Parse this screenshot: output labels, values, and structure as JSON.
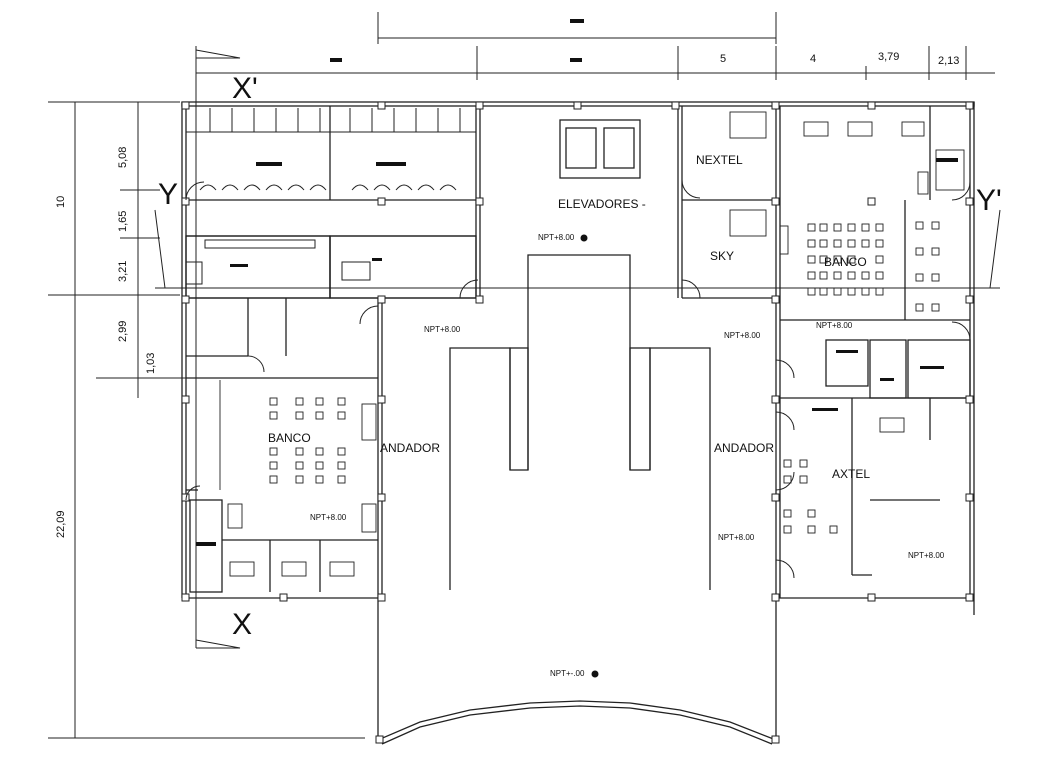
{
  "section_marks": {
    "x_top": "X'",
    "x_bottom": "X",
    "y_left": "Y",
    "y_right": "Y'"
  },
  "rooms": {
    "elevadores": "ELEVADORES -",
    "nextel": "NEXTEL",
    "sky": "SKY",
    "banco_right": "BANCO",
    "banco_left": "BANCO",
    "andador_left": "ANDADOR",
    "andador_right": "ANDADOR",
    "axtel": "AXTEL"
  },
  "levels": {
    "elev": "NPT+8.00",
    "left_hall": "NPT+8.00",
    "right_hall": "NPT+8.00",
    "banco_right": "NPT+8.00",
    "banco_left": "NPT+8.00",
    "andador_right": "NPT+8.00",
    "axtel": "NPT+8.00",
    "plaza": "NPT+-.00"
  },
  "dimensions": {
    "top_right_1": "5",
    "top_right_2": "4",
    "top_right_3": "3,79",
    "top_right_4": "2,13",
    "left_total_top": "10",
    "left_total_bottom": "22,09",
    "left_1": "5,08",
    "left_2": "1,65",
    "left_3": "3,21",
    "left_4": "2,99",
    "left_5": "1,03"
  },
  "colors": {
    "line": "#222222",
    "text": "#111111",
    "background": "#ffffff"
  }
}
